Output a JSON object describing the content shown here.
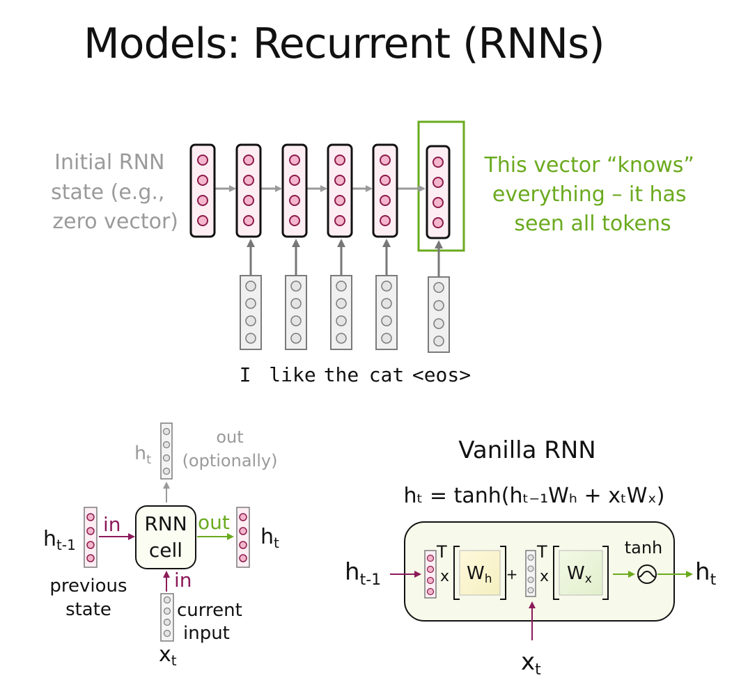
{
  "title": "Models: Recurrent (RNNs)",
  "top_diagram": {
    "initial_label_lines": [
      "Initial RNN",
      "state (e.g.,",
      "zero vector)"
    ],
    "knows_label_lines": [
      "This vector “knows”",
      "everything – it has",
      "seen all tokens"
    ],
    "tokens": [
      "I",
      "like",
      "the",
      "cat",
      "<eos>"
    ]
  },
  "cell_diagram": {
    "h": "h",
    "t": "t",
    "t_minus_1": "t-1",
    "x": "x",
    "out_label": "out",
    "optionally_label": "(optionally)",
    "in_label": "in",
    "out_arrow_label": "out",
    "rnn_label": "RNN",
    "cell_label": "cell",
    "previous_label": "previous",
    "state_label": "state",
    "current_label": "current",
    "input_label": "input"
  },
  "vanilla": {
    "title": "Vanilla RNN",
    "formula": "hₜ = tanh(hₜ₋₁Wₕ + xₜWₓ)",
    "h": "h",
    "t": "t",
    "t_minus_1": "t-1",
    "x": "x",
    "T": "T",
    "times": "x",
    "plus": "+",
    "W": "W",
    "h_sub": "h",
    "x_sub": "x",
    "tanh_label": "tanh"
  },
  "colors": {
    "pink_fill": "#f4b6cc",
    "pink_border": "#8b1a4a",
    "rnn_block_fill": "#fdeef3",
    "gray_fill": "#e4e4e4",
    "gray_border": "#7a7a7a",
    "green": "#6aaa1e",
    "purple": "#8b1a5a",
    "gray_text": "#9a9a9a"
  }
}
